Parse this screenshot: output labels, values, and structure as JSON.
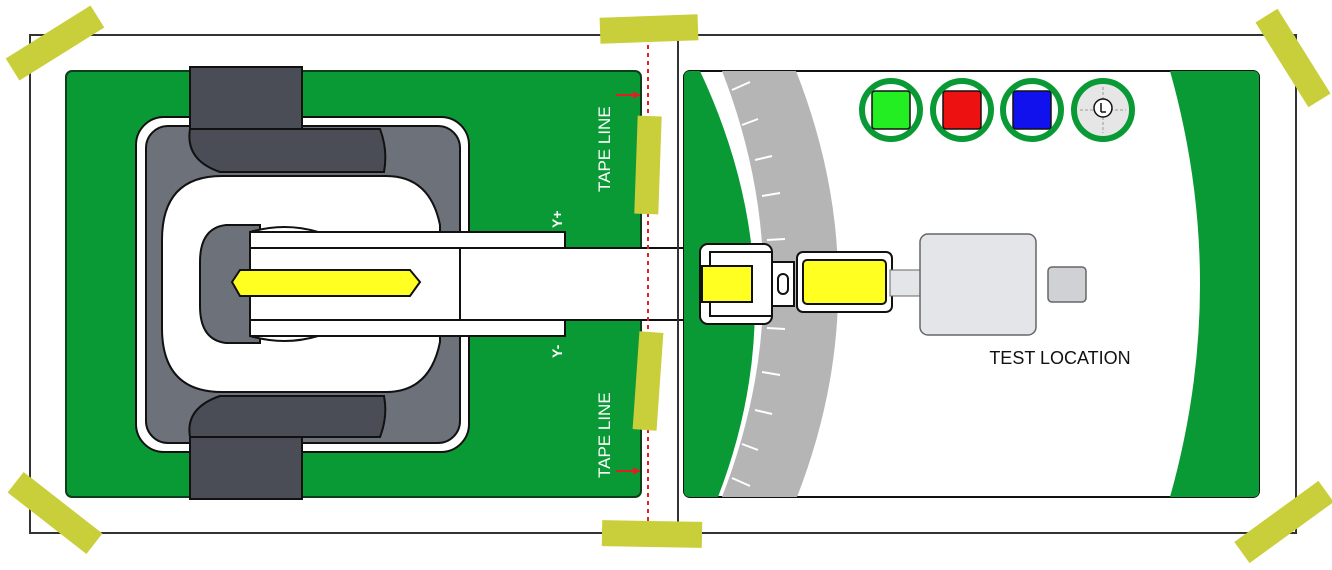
{
  "labels": {
    "tape_line_top": "TAPE LINE",
    "tape_line_bottom": "TAPE LINE",
    "y_plus": "Y+",
    "y_minus": "Y-",
    "test_location": "TEST LOCATION"
  },
  "color_targets": [
    {
      "name": "green-target",
      "color": "#22ee22"
    },
    {
      "name": "red-target",
      "color": "#ee1111"
    },
    {
      "name": "blue-target",
      "color": "#1111ee"
    },
    {
      "name": "clock-target",
      "color": "#dddddd"
    }
  ],
  "colors": {
    "mat_green": "#0a9a35",
    "tape": "#c9cf3a",
    "highlight_yellow": "#ffff22",
    "robot_body": "#6d717a",
    "robot_tracks": "#4a4d55",
    "protractor_gray": "#b5b5b5",
    "cut_line": "#e02020"
  }
}
